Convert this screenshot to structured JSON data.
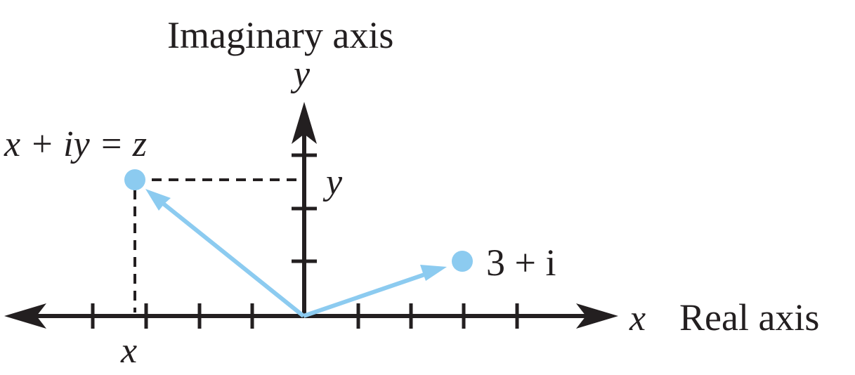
{
  "imaginary_axis_title": "Imaginary axis",
  "real_axis_title": "Real axis",
  "y_axis_letter": "y",
  "x_axis_letter": "x",
  "point_z": {
    "label": "x + iy = z",
    "y_tick_label": "y",
    "x_tick_label": "x"
  },
  "point_3_plus_i": {
    "label": "3 + i"
  },
  "colors": {
    "axis": "#231f20",
    "vector": "#8ccbf0",
    "guide": "#231f20"
  }
}
